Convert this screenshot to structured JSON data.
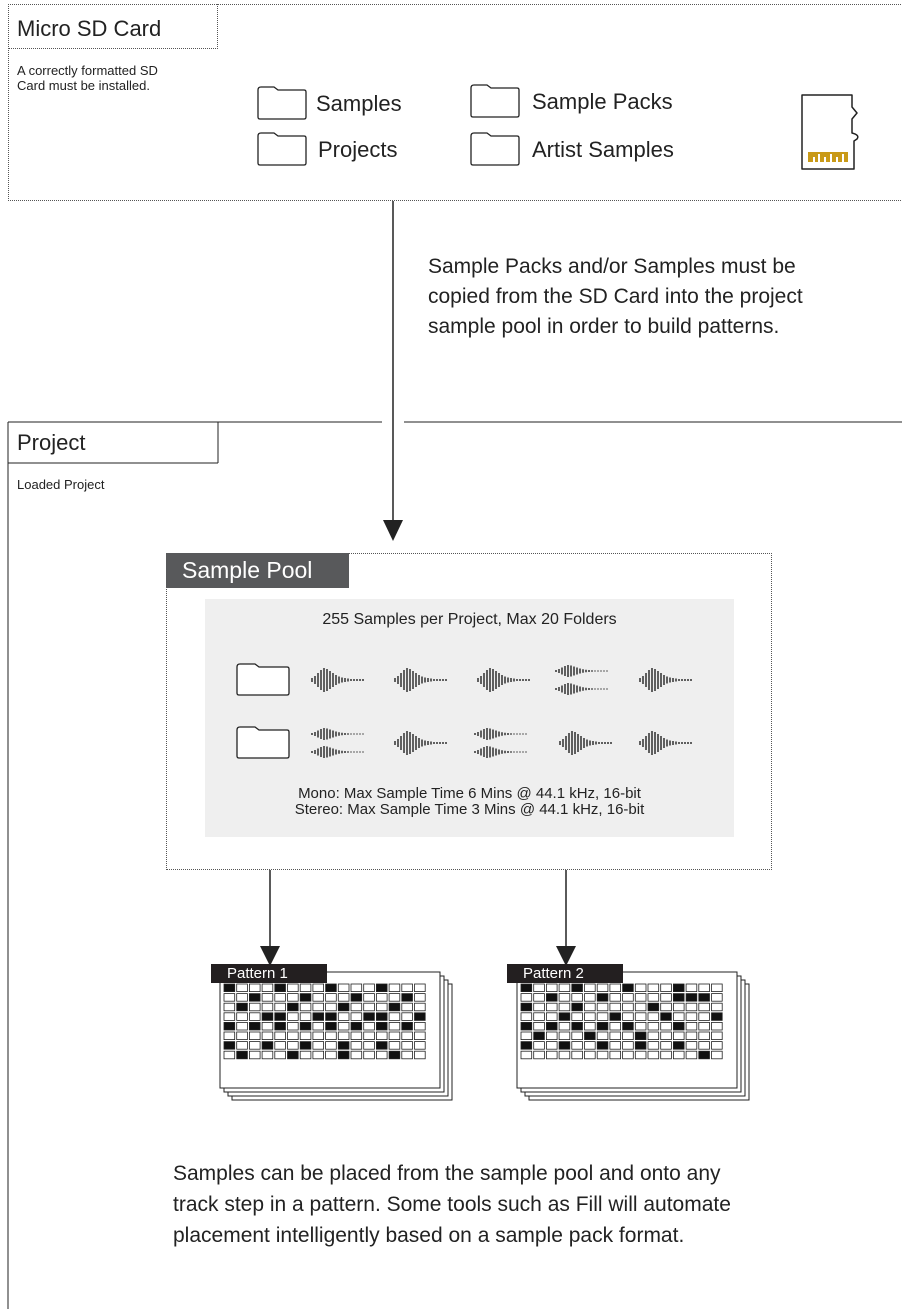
{
  "sd_card": {
    "title": "Micro SD Card",
    "note_line1": "A correctly formatted SD",
    "note_line2": "Card must be installed.",
    "folders": [
      "Samples",
      "Sample Packs",
      "Projects",
      "Artist Samples"
    ]
  },
  "copy_note": {
    "line1": "Sample Packs and/or Samples must be",
    "line2": "copied from the SD Card into the project",
    "line3": "sample pool in order to build patterns."
  },
  "project": {
    "title": "Project",
    "subtitle": "Loaded Project"
  },
  "sample_pool": {
    "title": "Sample Pool",
    "capacity": "255 Samples per Project, Max 20 Folders",
    "mono": "Mono: Max Sample Time 6 Mins @ 44.1 kHz, 16-bit",
    "stereo": "Stereo: Max Sample Time 3 Mins @ 44.1 kHz, 16-bit"
  },
  "patterns": [
    {
      "label": "Pattern 1"
    },
    {
      "label": "Pattern 2"
    }
  ],
  "footer": {
    "line1": "Samples can be placed from the sample pool and onto any",
    "line2": "track step in a pattern. Some tools such as Fill will automate",
    "line3": "placement intelligently based on a sample pack format."
  }
}
